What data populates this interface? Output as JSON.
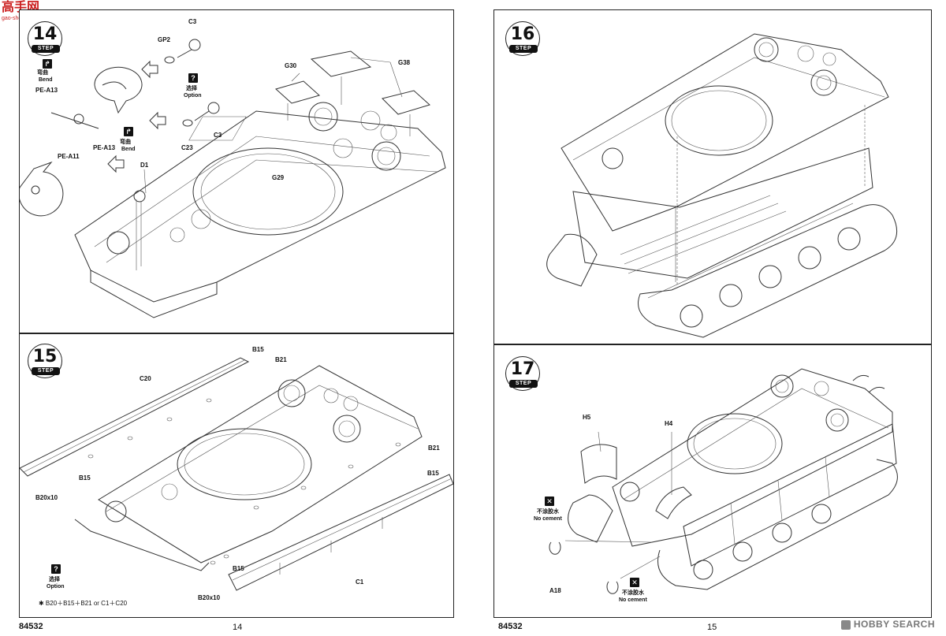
{
  "watermark_top": {
    "text": "高手网",
    "url": "gao-shou.com"
  },
  "watermark_bottom": {
    "text": "HOBBY SEARCH"
  },
  "left_page": {
    "code": "84532",
    "page_number": "14"
  },
  "right_page": {
    "code": "84532",
    "page_number": "15"
  },
  "steps": {
    "s14": {
      "number": "14",
      "step": "STEP",
      "bend_icon_1": {
        "glyph": "↱",
        "cn": "弯曲",
        "en": "Bend"
      },
      "bend_icon_2": {
        "glyph": "↱",
        "cn": "弯曲",
        "en": "Bend"
      },
      "option_icon": {
        "glyph": "?",
        "cn": "选择",
        "en": "Option"
      },
      "labels": {
        "pe_a13_top": "PE-A13",
        "pe_a11": "PE-A11",
        "pe_a13_mid": "PE-A13",
        "gp2": "GP2",
        "c3_top": "C3",
        "c23": "C23",
        "c3_mid": "C3",
        "g30": "G30",
        "g38": "G38",
        "g29": "G29",
        "d1": "D1"
      }
    },
    "s15": {
      "number": "15",
      "step": "STEP",
      "option_icon": {
        "glyph": "?",
        "cn": "选择",
        "en": "Option"
      },
      "option_formula": "✱ B20＋B15＋B21 or C1＋C20",
      "labels": {
        "b15_top": "B15",
        "b21_top": "B21",
        "c20": "C20",
        "b15_left": "B15",
        "b20x10_left": "B20x10",
        "b21_right": "B21",
        "b15_right": "B15",
        "b15_bottom": "B15",
        "b20x10_bottom": "B20x10",
        "c1": "C1"
      }
    },
    "s16": {
      "number": "16",
      "step": "STEP"
    },
    "s17": {
      "number": "17",
      "step": "STEP",
      "no_cement_1": {
        "glyph": "✕",
        "cn": "不涂胶水",
        "en": "No cement"
      },
      "no_cement_2": {
        "glyph": "✕",
        "cn": "不涂胶水",
        "en": "No cement"
      },
      "labels": {
        "h5": "H5",
        "h4": "H4",
        "a18": "A18"
      }
    }
  }
}
